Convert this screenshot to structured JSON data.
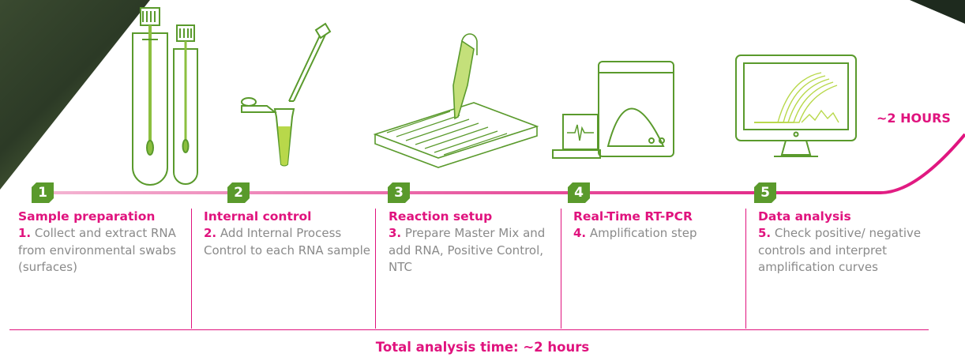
{
  "time_label": "~2 HOURS",
  "steps": [
    {
      "badge": "1",
      "title": "Sample preparation",
      "num": "1.",
      "desc": "Collect and extract RNA from environmental swabs (surfaces)"
    },
    {
      "badge": "2",
      "title": "Internal control",
      "num": "2.",
      "desc": "Add Internal Process Control to each RNA sample"
    },
    {
      "badge": "3",
      "title": "Reaction setup",
      "num": "3.",
      "desc": "Prepare Master Mix and add RNA, Positive Control, NTC"
    },
    {
      "badge": "4",
      "title": "Real-Time RT-PCR",
      "num": "4.",
      "desc": "Amplification step"
    },
    {
      "badge": "5",
      "title": "Data analysis",
      "num": "5.",
      "desc": "Check positive/ negative controls and interpret amplification curves"
    }
  ],
  "total_time": "Total analysis time: ~2 hours",
  "colors": {
    "accent": "#e0137e",
    "brand_green": "#5a9a2c",
    "text_gray": "#8a8a8a"
  },
  "icons": [
    "swab-tubes-icon",
    "pipette-tube-icon",
    "well-plate-pipette-icon",
    "pcr-machine-icon",
    "monitor-curves-icon"
  ]
}
